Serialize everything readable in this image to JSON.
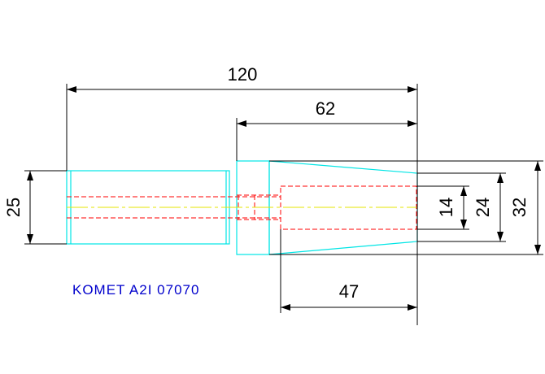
{
  "drawing": {
    "part_label": "KOMET A2I 07070",
    "dimensions": {
      "overall_length": "120",
      "body_length": "62",
      "bore_depth": "47",
      "shank_diameter": "25",
      "bore_diameter": "14",
      "taper_small_diameter": "24",
      "taper_large_diameter": "32"
    },
    "colors": {
      "outline": "#00e5e5",
      "hidden": "#ff0000",
      "centerline": "#e6e600",
      "dimension": "#000000",
      "label": "#0000cc",
      "background": "#ffffff"
    }
  }
}
